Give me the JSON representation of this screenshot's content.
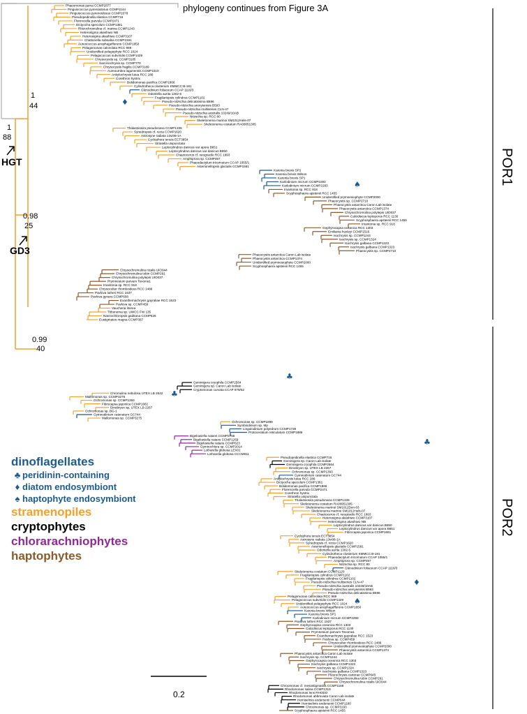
{
  "header": {
    "continues_text": "phylogeny continues from Figure 3A"
  },
  "nodes": {
    "hgt_support_top": "1",
    "hgt_support_bottom": "88",
    "hgt_label": "HGT",
    "por1_node_top": "1",
    "por1_node_bottom": "44",
    "gd3_support_top": "0.98",
    "gd3_support_bottom": "25",
    "gd3_label": "GD3",
    "por2_node_top": "0.99",
    "por2_node_bottom": "40"
  },
  "clades": {
    "por1": "POR1",
    "por2": "POR2"
  },
  "scale_bar": {
    "label": "0.2"
  },
  "legend": {
    "dinoflagellates": "dinoflagellates",
    "peridinin": "peridinin-containing",
    "diatom_endo": "diatom endosymbiont",
    "hapto_endo": "haptophyte endosymbiont",
    "stramenopiles": "stramenopiles",
    "cryptophytes": "cryptophytes",
    "chlorarachniophytes": "chlorarachniophytes",
    "haptophytes": "haptophytes",
    "symbols": {
      "peridinin": "♣",
      "diatom": "♦",
      "hapto": "♠"
    }
  },
  "colors": {
    "stramenopiles": "#f2a12b",
    "dinoflagellates": "#1d5a8e",
    "cryptophytes": "#000000",
    "chlorarachniophytes": "#8e2a96",
    "haptophytes": "#8b5a2b",
    "outgroup": "#aaaaaa"
  },
  "taxa_por1": [
    "Phaeomonas parva CCMP2877",
    "Pinguiococcus pyrenoidosus CCMP1144",
    "Pinguiococcus pyrenoidosus CCMP2078",
    "Pseudopedinella elastica CCMP716",
    "Florenciella parvula CCMP2471",
    "Dictyocha speculum CCMP1381",
    "Rhizochromulina cf. marina CCMP1243",
    "Heterosigma akashiwo NB",
    "Heterosigma akashiwo CCMP3107",
    "Chattonella subsalsa CCMP2191",
    "Aureococcus anophagefferens CCMP1850",
    "Pelagomonas calceolata RCC 969",
    "Unidentified pelagophyte RCC 1024",
    "Pelagococcus subviridis CCMP1429",
    "Chrysocystis sp. CCMP3185",
    "Sarcinochrysis sp. CCMP770",
    "Chrysocystis fragilis CCMP3189",
    "Aureoumbra lagunensis CCMP1510",
    "Ankylochrysis lutea RCC 286",
    "Corethron hystrix",
    "Bolidomonas pacifica CCMP1866",
    "Cylindrotheca closterium KMMCC:B-181",
    "Glenodinium foliaceum CCAP 1116/3",
    "Odontella aurita 1302-5",
    "Fragilariopsis cylindrus CCMP1102",
    "Pseudo-nitzschia delicatissima B596",
    "Pseudo-nitzschia arenysensis B593",
    "Pseudo-nitzschia multiseries CLN-47",
    "Pseudo-nitzschia australis 10249/10AB",
    "Nitzschia sp. RCC 80",
    "Skeletonema marinoi SM1012Hels-07",
    "Skeletonema costatum RA08051305",
    "Thalassiosira pseudonana CCMP1335",
    "Synedropsis cf. recta CCMP1620",
    "Astrosyne radiata 13vi08-1A",
    "Cyclophora tenuis ECT3854",
    "Striatella unipunctata",
    "Leptocylindrus danicus var apora B651",
    "Leptocylindrus danicus var danicus B650",
    "Chaetoceros cf. neogracile RCC 1993",
    "Amphiprora sp. CCMP467",
    "Phaeodactylum tricornutum CCAP 1055/1",
    "Asterionellopsis glacialis CCMP1581",
    "Karenia brevis SP1",
    "Karenia brevis Wilson",
    "Karenia brevis SP1",
    "Karlodinium micrum CCMP2283",
    "Karlodinium micrum CCMP2283",
    "Imantonia sp. RCC 918",
    "Scyphosphaera apsteinii RCC 1455",
    "Unidentified prymnesiophyte CCMP2000",
    "Phaeocystis sp. CCMP2710",
    "Phaeocystis antarctica Caron Lab isolate",
    "Phaeocystis antarctica CCMP1374",
    "Chrysochromulina polylepis UIO037",
    "Calcidiscus leptoporus RCC 1130",
    "Scyphosphaera apsteinii RCC 1455",
    "Imantonia sp. RCC 918",
    "Gephyrocapsa oceanica RCC 1303",
    "Emiliania huxleyi CCMP1516",
    "Isochrysis sp. CCMP1244",
    "Isochrysis sp. CCMP1324",
    "Isochrysis galbana CCMP1323",
    "Isochrysis galbana CCMP1323",
    "Phaeocystis sp. CCMP2710",
    "Phaeocystis antarctica Caron Lab isolate",
    "Phaeocystis antarctica CCMP1374",
    "Unidentified prymnesiophyte CCMP2000",
    "Scyphosphaera apsteinii RCC 1455",
    "Chrysochromulina rotalis UIO044",
    "Chrysochromulina tobin CCMP291",
    "Chrysochromulina polylepis UIO037",
    "Prymnesium parvum Texoma1",
    "Imantonia sp. RCC 918",
    "Chrysoculter rhomboideus RCC 1486",
    "Pavlova lutheri RCC 1537",
    "Pavlova gyrans CCMP608",
    "Exanthemachrysis gayraliae RCC 1523",
    "Pavlova sp. CCMP459",
    "Vaucheria litorea",
    "Tribonema sp. UWCC FW 135",
    "Nannochloropsis gaditana CCMP526",
    "Eustigmatos magna CCMP387"
  ],
  "taxa_por2": [
    "Geminigera cryophila CCMP2564",
    "Geminigera sp. Caron Lab isolate",
    "Cryptomonas curvata CCAP 979/52",
    "Chromulina nebulosa UTEX LB 2642",
    "Mallomonas sp. CCMP3276",
    "Ochromonas sp. CCMP1393",
    "Fibrocapsa japonica CCMP1661",
    "Dinobryon sp. UTEX LB 2267",
    "Ochromonas sp. BG-1",
    "Gymnodinium catenatum GC744",
    "Mallomonas sp. CCMP3275",
    "Ochromonas sp. CCMP1899",
    "Symbiodinium sp. Mp",
    "Lingulodinium polyedrum CCMP1738",
    "Protoceratium reticulatum CCMP1889",
    "Bigelowiella natans CCMP2755",
    "Bigelowiella natans CCMP1259",
    "Bigelowiella natans CCMP623",
    "Gymnochlora sp. CCMP2014",
    "Lotharella globosa LEX01",
    "Lotharella globosa CCCM811",
    "Pseudopedinella elastica CCMP716",
    "Geminigera sp. Caron Lab isolate",
    "Geminigera cryophila CCMP2564",
    "Dinobryon sp. UTEX LB 2267",
    "Ochromonas sp. CCMP1393",
    "Gymnodinium catenatum GC744",
    "Ankylochrysis lutea RCC 286",
    "Dictyocha speculum CCMP1381",
    "Bolidomonas pacifica CCMP1866",
    "Florenciella parvula CCMP2471",
    "Corethron hystrix",
    "Striatella unipunctata",
    "Thalassiosira pseudonana CCMP1335",
    "Skeletonema costatum RA08051305",
    "Skeletonema marinoi SM1012Den-03",
    "Skeletonema marinoi SM1012Hels-07",
    "Chaetoceros cf. neogracile RCC 1993",
    "Heterosigma akashiwo CCMP3107",
    "Heterosigma akashiwo NB",
    "Leptocylindrus danicus var danicus B650",
    "Leptocylindrus danicus var apora B651",
    "Fibrocapsa japonica CCMP1661",
    "Cyclophora tenuis ECT3854",
    "Astrosyne radiata 13vi08-1A",
    "Synedropsis cf. recta CCMP1620",
    "Asterionellopsis glacialis CCMP1581",
    "Odontella aurita 1302-5",
    "Cylindrotheca closterium KMMCC:B-181",
    "Phaeodactylum tricornutum CCAP 1055/1",
    "Amphiprora sp. CCMP467",
    "Nitzschia sp. RCC 80",
    "Glenodinium foliaceum CCAP 1116/3",
    "Skeletonema costatum CCMP1120",
    "Fragilariopsis cylindrus CCMP1102",
    "Fragilariopsis cylindrus CCMP1102",
    "Pseudo-nitzschia multiseries CLN-47",
    "Pseudo-nitzschia australis 10249/10AB",
    "Pseudo-nitzschia arenysensis B593",
    "Pseudo-nitzschia delicatissima B596",
    "Pelagomonas calceolata RCC 969",
    "Pelagococcus subviridis CCMP1429",
    "Unidentified pelagophyte RCC 1024",
    "Aureococcus anophagefferens CCMP1850",
    "Karenia brevis Wilson",
    "Karenia brevis SP1",
    "Karlodinium micrum CCMP2283",
    "Pavlova lutheri RCC 1537",
    "Gephyrocapsa oceanica RCC 1303",
    "Calcidiscus leptoporus RCC 1130",
    "Prymnesium parvum Texoma1",
    "Exanthemachrysis gayraliae RCC 1523",
    "Pavlova sp. CCMP459",
    "Chrysoculter rhomboideus RCC 1486",
    "Unidentified prymnesiophyte CCMP2000",
    "Phaeocystis antarctica CCMP1374",
    "Phaeocystis antarctica Caron Lab isolate",
    "Isochrysis sp. CCMP1244",
    "Gephyrocapsa oceanica RCC 1303",
    "Isochrysis galbana CCMP1323",
    "Isochrysis sp. CCMP1324",
    "Isochrysis galbana CCMP1323",
    "Pleurochrysis carterae CCMP645",
    "Chrysochromulina tobin CCMP291",
    "Chrysochromulina rotalis UIO044",
    "Chroomonas cf. mesostigmatica CCMP1168",
    "Rhodomonas salina CCMP1319",
    "Rhodomonas lens RHODO",
    "Rhodomonas abbreviata Caron Lab isolate",
    "Hemiselmis andersenii CCMP644",
    "Hemiselmis andersenii CCMP1180",
    "Chroomonas sp. CCMP3193",
    "Scyphosphaera apsteinii RCC 1455"
  ],
  "tip_colors_por2": {
    "blue": [
      9,
      12,
      13,
      14,
      26,
      52,
      64,
      65,
      66
    ],
    "purple": [
      15,
      16,
      17,
      18,
      19,
      20
    ],
    "black": [
      0,
      1,
      2,
      22,
      23,
      85,
      86,
      87,
      88,
      89,
      90,
      91
    ],
    "brown": [
      67,
      68,
      69,
      70,
      71,
      72,
      73,
      74,
      75,
      76,
      77,
      78,
      79,
      80,
      81,
      82,
      83,
      84,
      92
    ]
  },
  "tip_colors_por1": {
    "blue": [
      22,
      43,
      44,
      45,
      46,
      47
    ],
    "brown": [
      48,
      49,
      50,
      51,
      52,
      53,
      54,
      55,
      56,
      57,
      58,
      59,
      60,
      61,
      62,
      63,
      64,
      65,
      66,
      67,
      68,
      69,
      70,
      71,
      72,
      73,
      74,
      75,
      76,
      77,
      78
    ]
  }
}
